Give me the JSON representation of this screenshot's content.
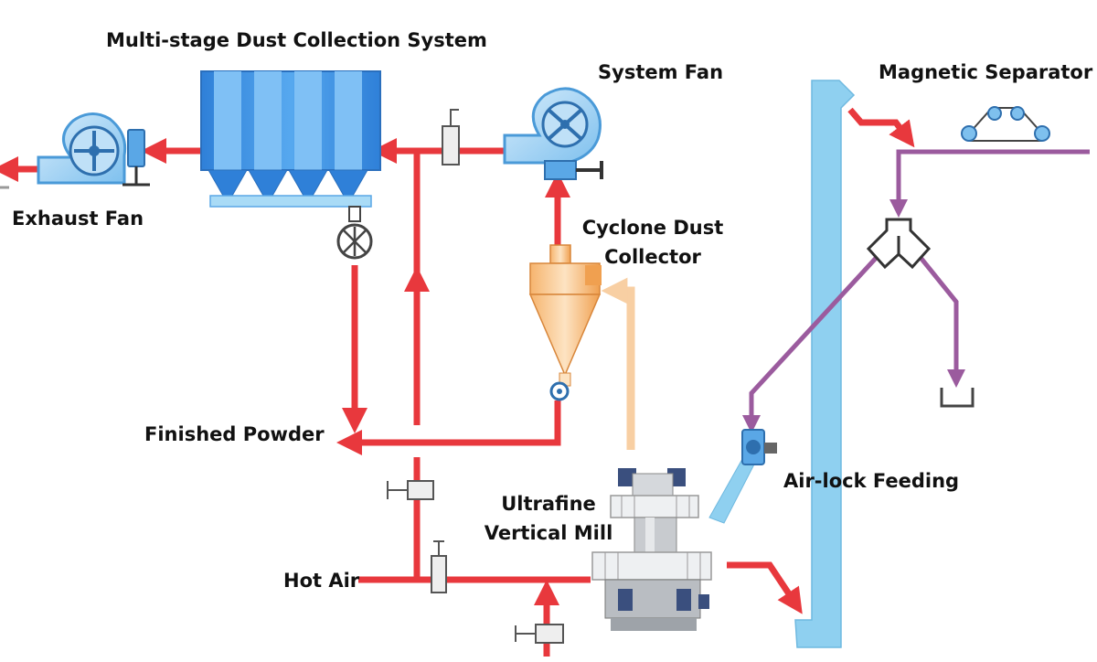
{
  "labels": {
    "dust_system": "Multi-stage Dust Collection System",
    "system_fan": "System Fan",
    "magnetic_separator": "Magnetic Separator",
    "exhaust_fan": "Exhaust Fan",
    "cyclone_line1": "Cyclone Dust",
    "cyclone_line2": "Collector",
    "finished_powder": "Finished Powder",
    "air_lock": "Air-lock Feeding",
    "mill_line1": "Ultrafine",
    "mill_line2": "Vertical Mill",
    "hot_air": "Hot Air"
  },
  "colors": {
    "hot_air_flow": "#e8383d",
    "material_flow": "#9b5b9e",
    "dust_collector": "#3b8fe0",
    "elevator": "#8fd0f0",
    "cyclone": "#f2a55a",
    "cyclone_return": "#f8cfa3"
  }
}
